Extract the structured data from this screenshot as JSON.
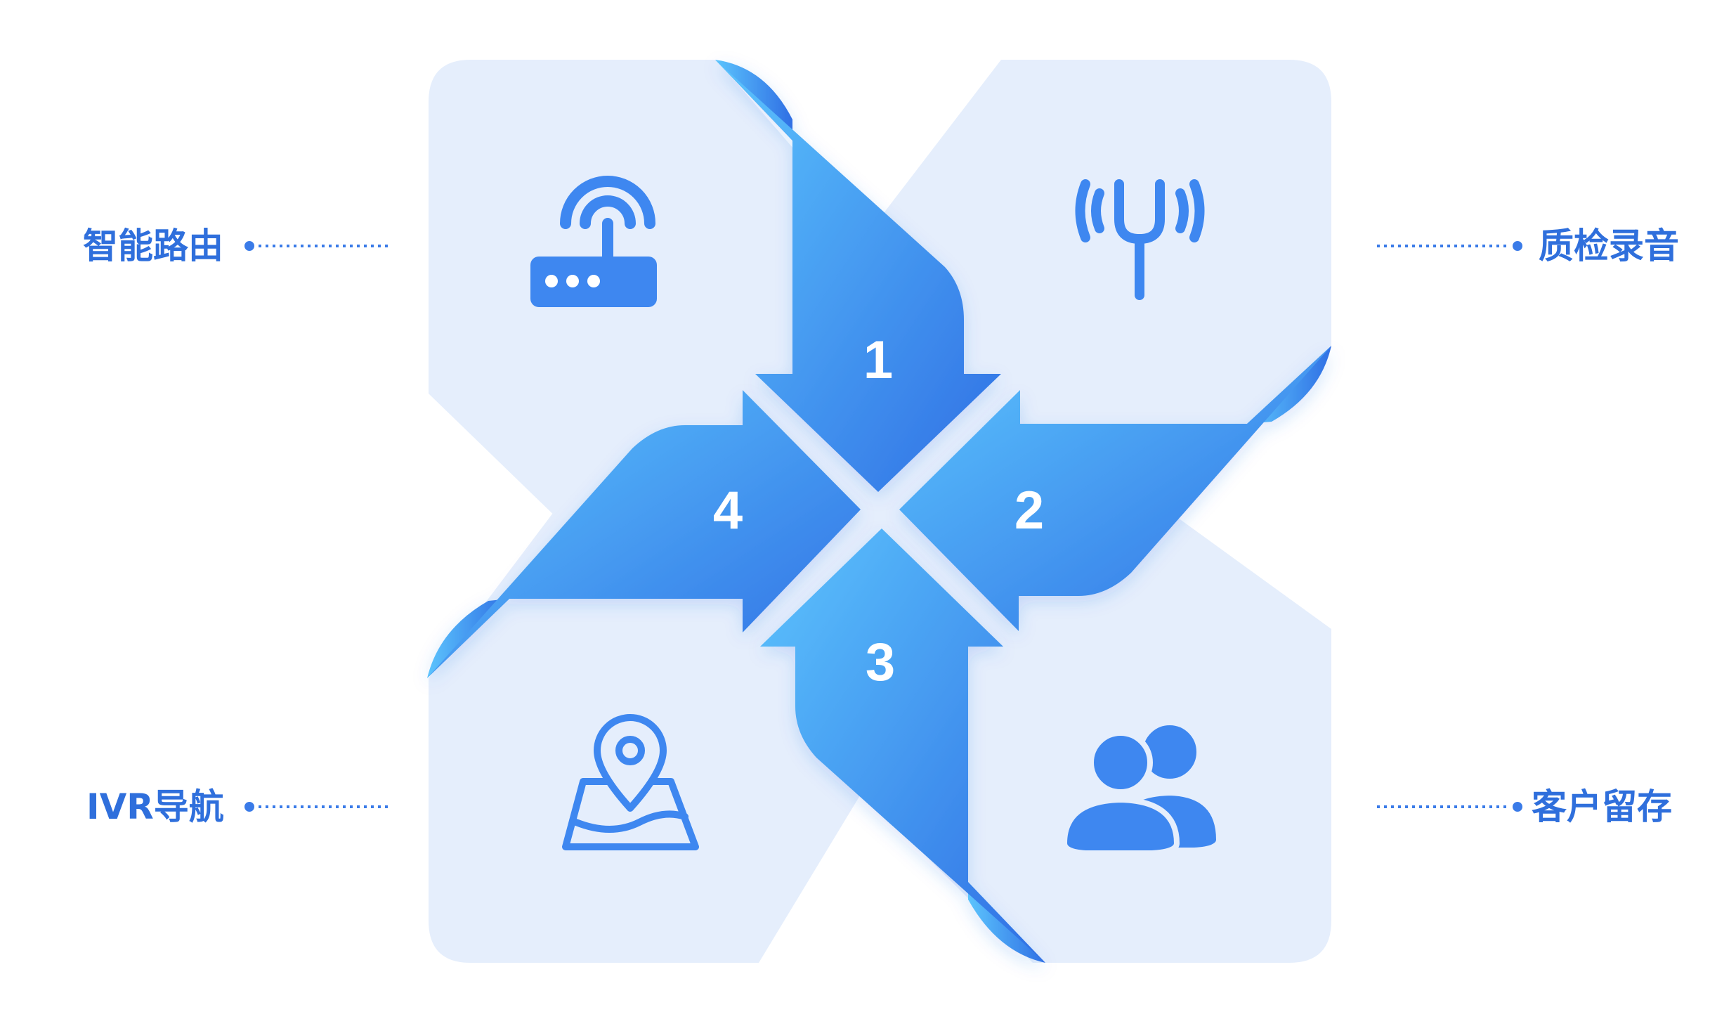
{
  "colors": {
    "panel": "#e5eefc",
    "arrow_light": "#5cc4fd",
    "arrow_dark": "#2f6fe4",
    "icon": "#3e87f0",
    "label": "#2f6fdc",
    "connector": "#3a7be8"
  },
  "steps": [
    {
      "number": "1",
      "label": "智能路由",
      "icon": "router-icon"
    },
    {
      "number": "2",
      "label": "质检录音",
      "icon": "tuning-fork-icon"
    },
    {
      "number": "3",
      "label": "客户留存",
      "icon": "users-icon"
    },
    {
      "number": "4",
      "label": "IVR导航",
      "icon": "map-pin-icon"
    }
  ]
}
